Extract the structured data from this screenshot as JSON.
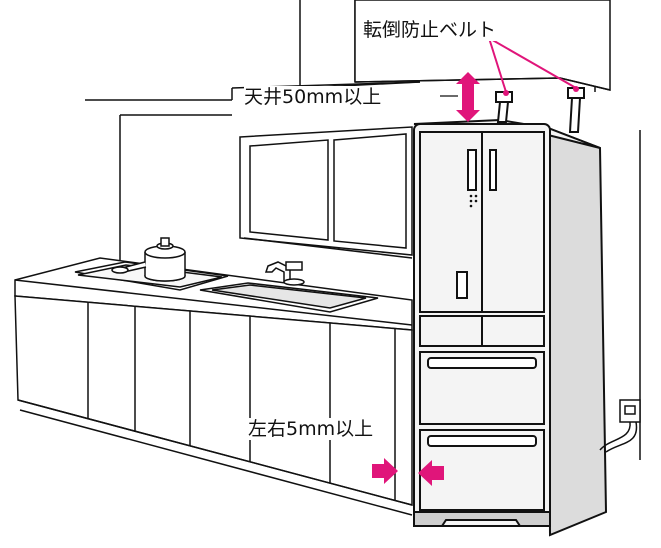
{
  "labels": {
    "belt": "転倒防止ベルト",
    "ceiling_clearance": "天井50mm以上",
    "side_clearance": "左右5mm以上"
  },
  "colors": {
    "accent": "#e0157a",
    "line": "#111111",
    "fridge_fill": "#f4f4f4",
    "shadow_fill": "#dcdcdc"
  }
}
